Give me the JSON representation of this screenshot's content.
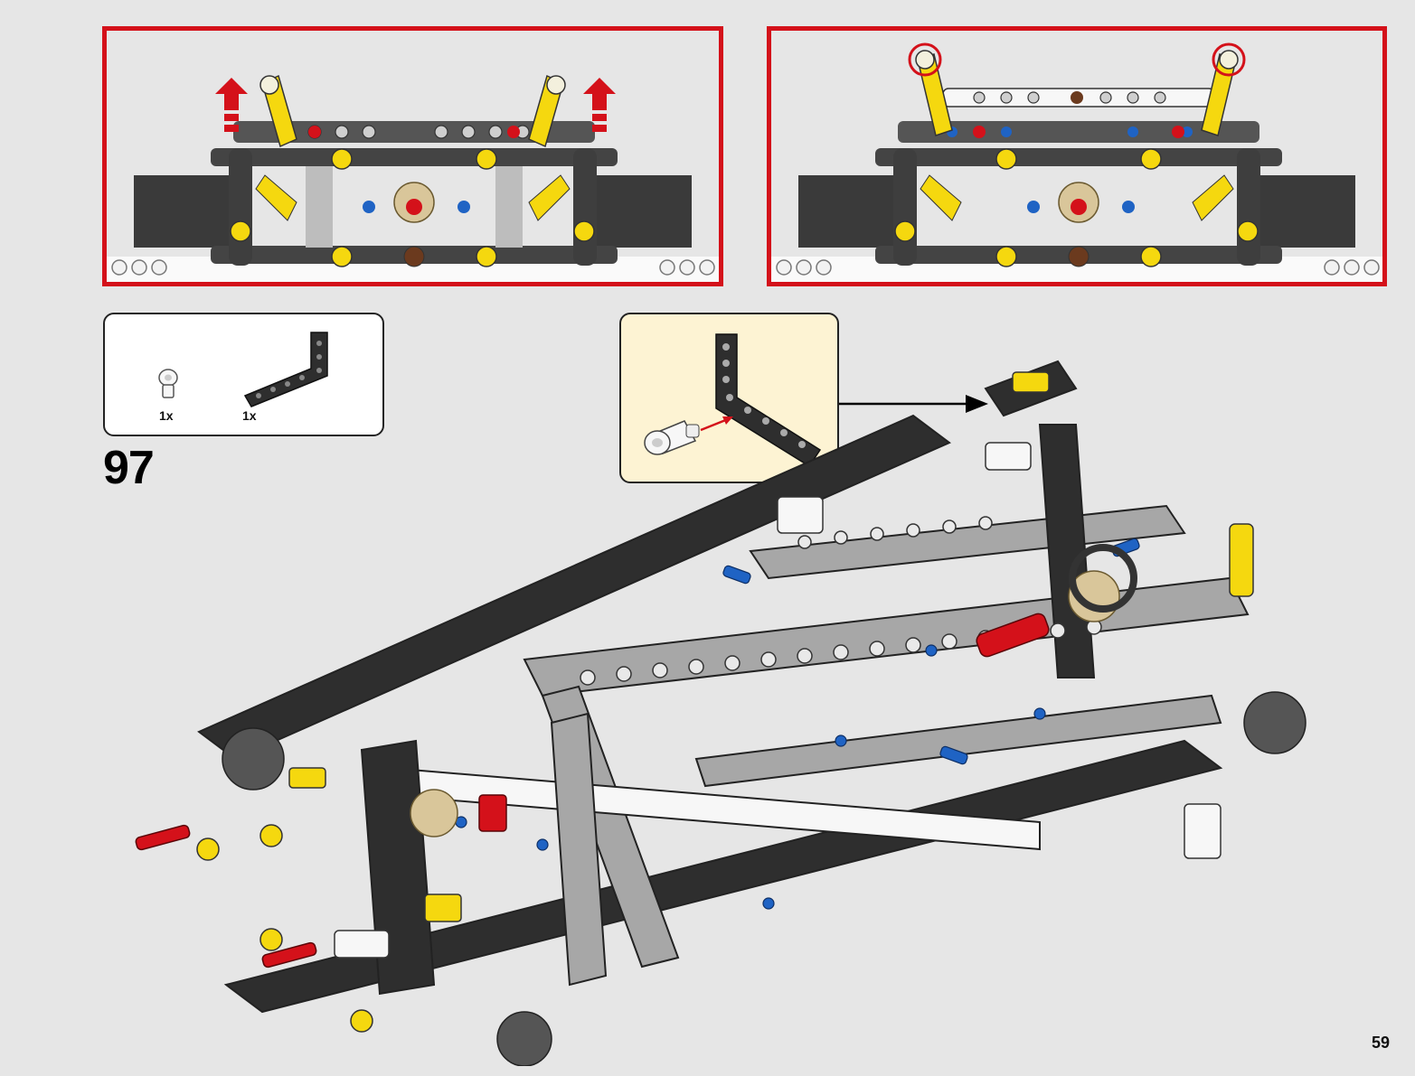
{
  "step": {
    "number": "97"
  },
  "parts": [
    {
      "name": "connector-peg-icon",
      "quantity": "1x"
    },
    {
      "name": "angled-beam-icon",
      "quantity": "1x"
    }
  ],
  "page": {
    "number": "59"
  },
  "colors": {
    "callout_border": "#d4111a",
    "subassembly_bg": "#fdf3d3",
    "beam_dark": "#2e2e2e",
    "beam_grey": "#9a9a9a",
    "accent_yellow": "#f5d80f",
    "accent_red": "#d4111a",
    "accent_blue": "#1f63c4",
    "gear_tan": "#d9c69a"
  }
}
